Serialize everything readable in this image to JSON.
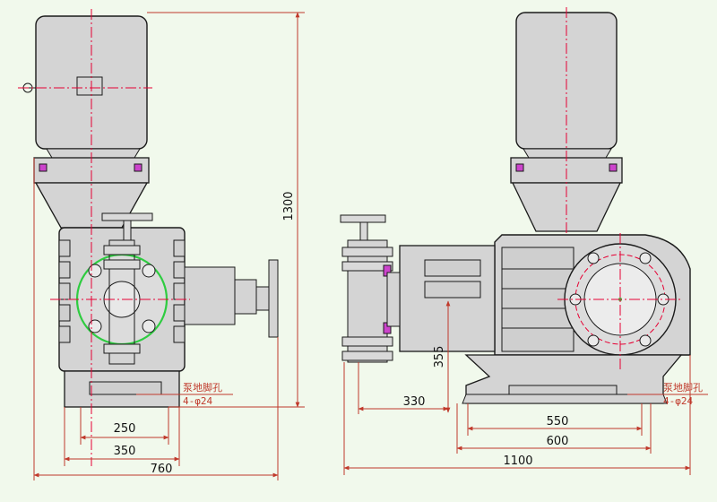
{
  "colors": {
    "background": "#f1f9ec",
    "body": "#d4d4d4",
    "line": "#1a1a1a",
    "dimension": "#c0392b",
    "centerline": "#e60033",
    "flange_circle": "#2ecc40",
    "bolt_accent": "#9b30c8"
  },
  "dimensions": {
    "left_height": "1300",
    "left_250": "250",
    "left_350": "350",
    "left_760": "760",
    "right_355": "355",
    "right_330": "330",
    "right_550": "550",
    "right_600": "600",
    "right_1100": "1100"
  },
  "labels": {
    "foot_hole_title": "泵地脚孔",
    "foot_hole_spec": "4-φ24"
  }
}
